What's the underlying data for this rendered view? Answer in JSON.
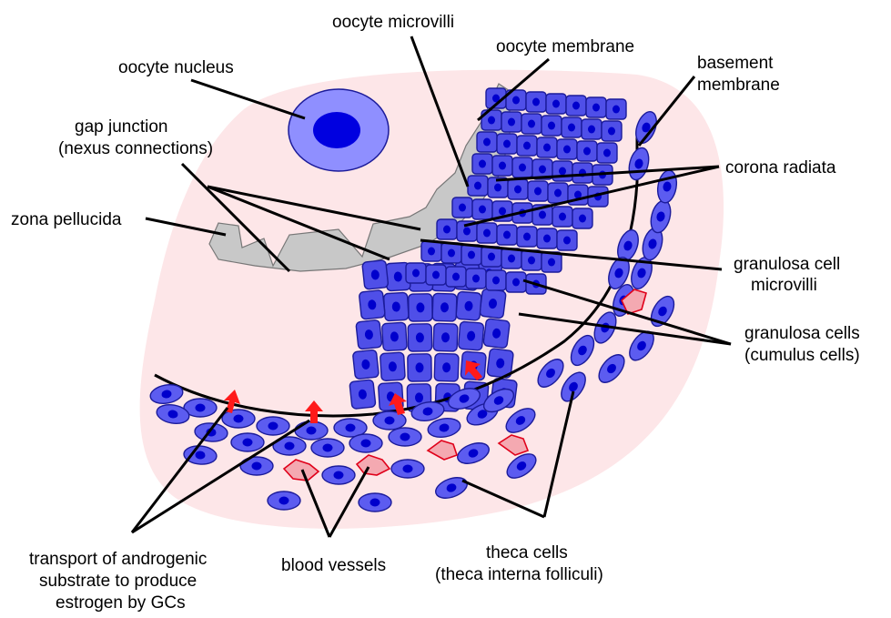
{
  "labels": {
    "oocyte_nucleus": "oocyte nucleus",
    "oocyte_microvilli": "oocyte microvilli",
    "oocyte_membrane": "oocyte membrane",
    "basement_membrane_1": "basement",
    "basement_membrane_2": "membrane",
    "gap_junction_1": "gap junction",
    "gap_junction_2": "(nexus connections)",
    "zona_pellucida": "zona pellucida",
    "corona_radiata": "corona radiata",
    "granulosa_microvilli_1": "granulosa cell",
    "granulosa_microvilli_2": "microvilli",
    "granulosa_cells_1": "granulosa cells",
    "granulosa_cells_2": "(cumulus cells)",
    "transport_1": "transport of androgenic",
    "transport_2": "substrate to produce",
    "transport_3": "estrogen by GCs",
    "blood_vessels": "blood vessels",
    "theca_cells_1": "theca cells",
    "theca_cells_2": "(theca interna folliculi)"
  },
  "colors": {
    "background_blob": "#fde6e8",
    "zona": "#c8c8c8",
    "granulosa": "#4f4fe8",
    "nucleus": "#0000cc",
    "basement": "#808080",
    "vessel": "#f4a9b1",
    "arrow": "#ff1a1a"
  }
}
